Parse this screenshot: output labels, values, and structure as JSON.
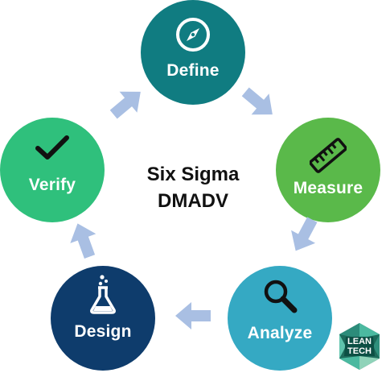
{
  "diagram": {
    "center_title": {
      "line1": "Six Sigma",
      "line2": "DMADV"
    },
    "phases": [
      {
        "label": "Define",
        "icon": "compass-icon",
        "color": "#107c81"
      },
      {
        "label": "Measure",
        "icon": "ruler-icon",
        "color": "#5ab94a"
      },
      {
        "label": "Analyze",
        "icon": "magnifier-icon",
        "color": "#35a9c3"
      },
      {
        "label": "Design",
        "icon": "flask-icon",
        "color": "#0e3c6c"
      },
      {
        "label": "Verify",
        "icon": "check-mark-icon",
        "color": "#2fc07c"
      }
    ],
    "arrow_color": "#a9bfe3"
  },
  "logo": {
    "line1": "LEAN",
    "line2": "TECH"
  }
}
